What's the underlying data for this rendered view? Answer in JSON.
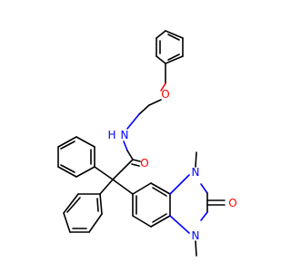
{
  "molecule": {
    "atoms": [
      {
        "name": "ether-oxygen",
        "label": "O",
        "color": "#ff0000"
      },
      {
        "name": "amide-nitrogen",
        "label": "N",
        "color": "#0000ff"
      },
      {
        "name": "amide-h",
        "label": "H",
        "color": "#0000ff"
      },
      {
        "name": "amide-oxygen",
        "label": "O",
        "color": "#ff0000"
      },
      {
        "name": "benzimidazolone-n1",
        "label": "N",
        "color": "#0000ff"
      },
      {
        "name": "benzimidazolone-n3",
        "label": "N",
        "color": "#0000ff"
      },
      {
        "name": "urea-oxygen",
        "label": "O",
        "color": "#ff0000"
      }
    ]
  }
}
